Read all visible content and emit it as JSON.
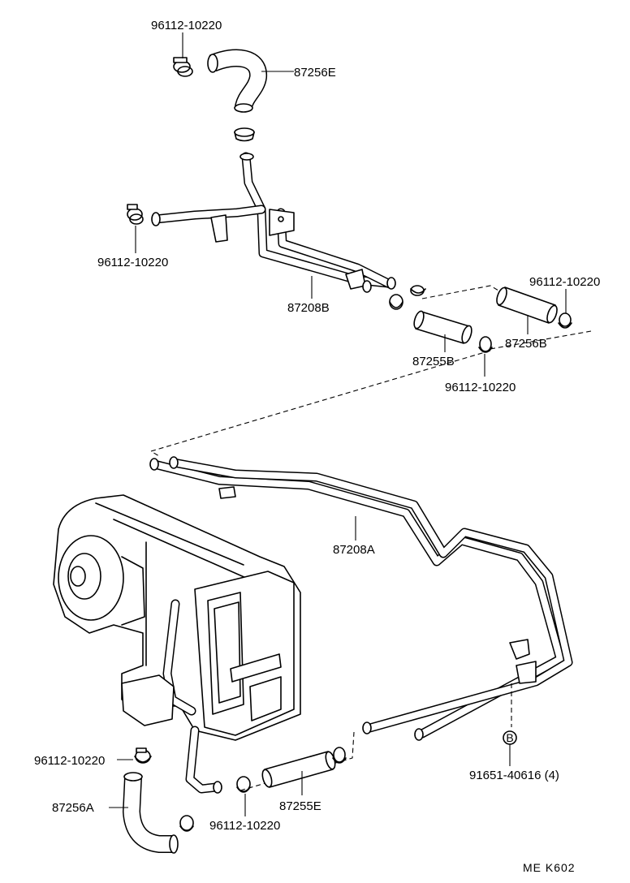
{
  "labels": {
    "clamp_top": "96112-10220",
    "hose_87256E": "87256E",
    "clamp_left": "96112-10220",
    "pipe_87208B": "87208B",
    "clamp_right_top": "96112-10220",
    "hose_87255B": "87255B",
    "hose_87256B": "87256B",
    "clamp_mid": "96112-10220",
    "pipe_87208A": "87208A",
    "clamp_bottom_left": "96112-10220",
    "hose_87256A": "87256A",
    "hose_87255E": "87255E",
    "clamp_bottom": "96112-10220",
    "bolt_ref": "B",
    "bolt_part": "91651-40616 (4)",
    "page_code": "ME   K602"
  }
}
